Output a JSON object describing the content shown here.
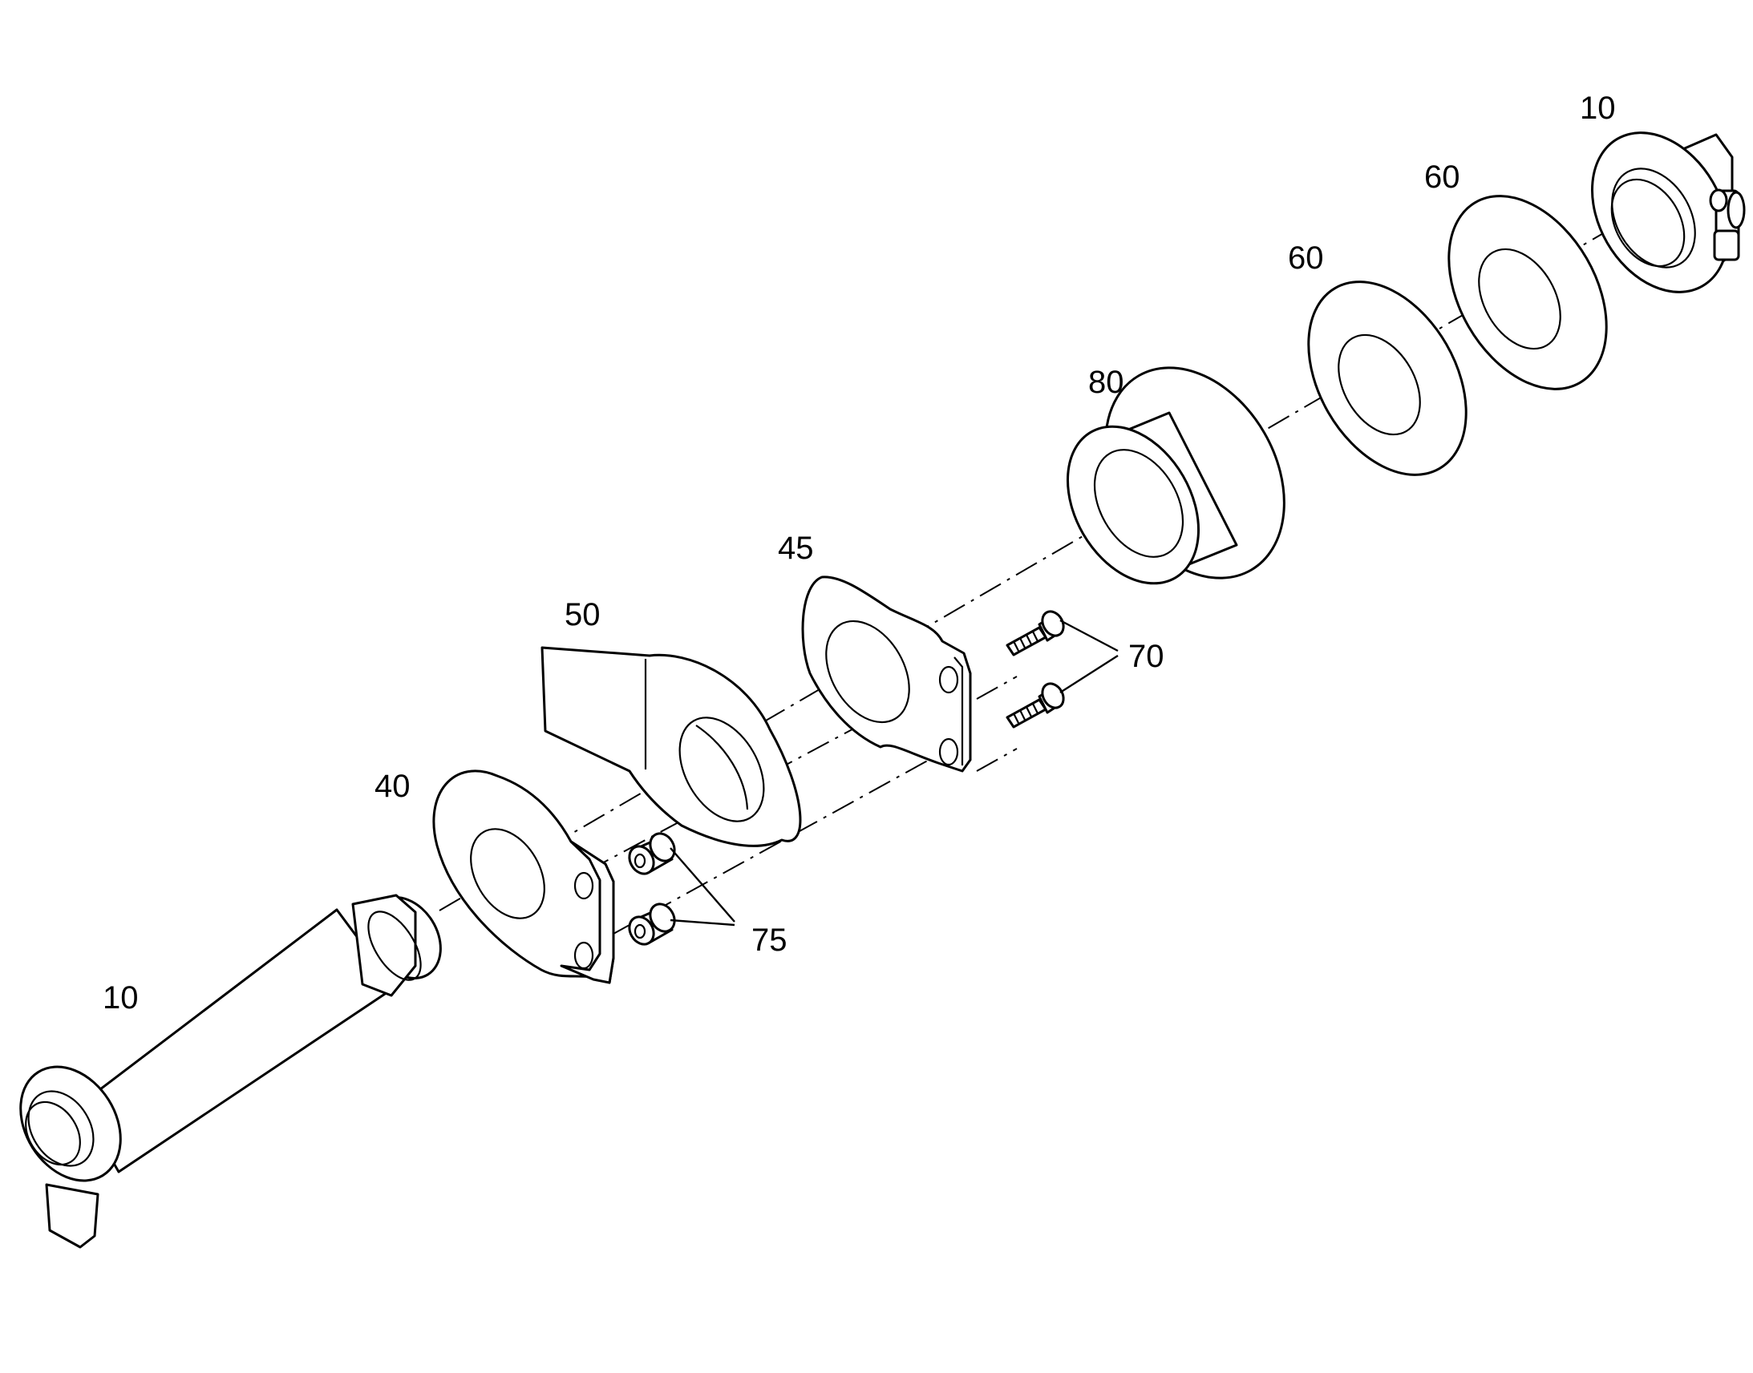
{
  "diagram": {
    "callouts": {
      "pin": "10",
      "clamp": "10",
      "washer_left": "40",
      "plate_45": "45",
      "bracket_50": "50",
      "washer_60_a": "60",
      "washer_60_b": "60",
      "screws": "70",
      "sleeves": "75",
      "bushing": "80"
    }
  }
}
